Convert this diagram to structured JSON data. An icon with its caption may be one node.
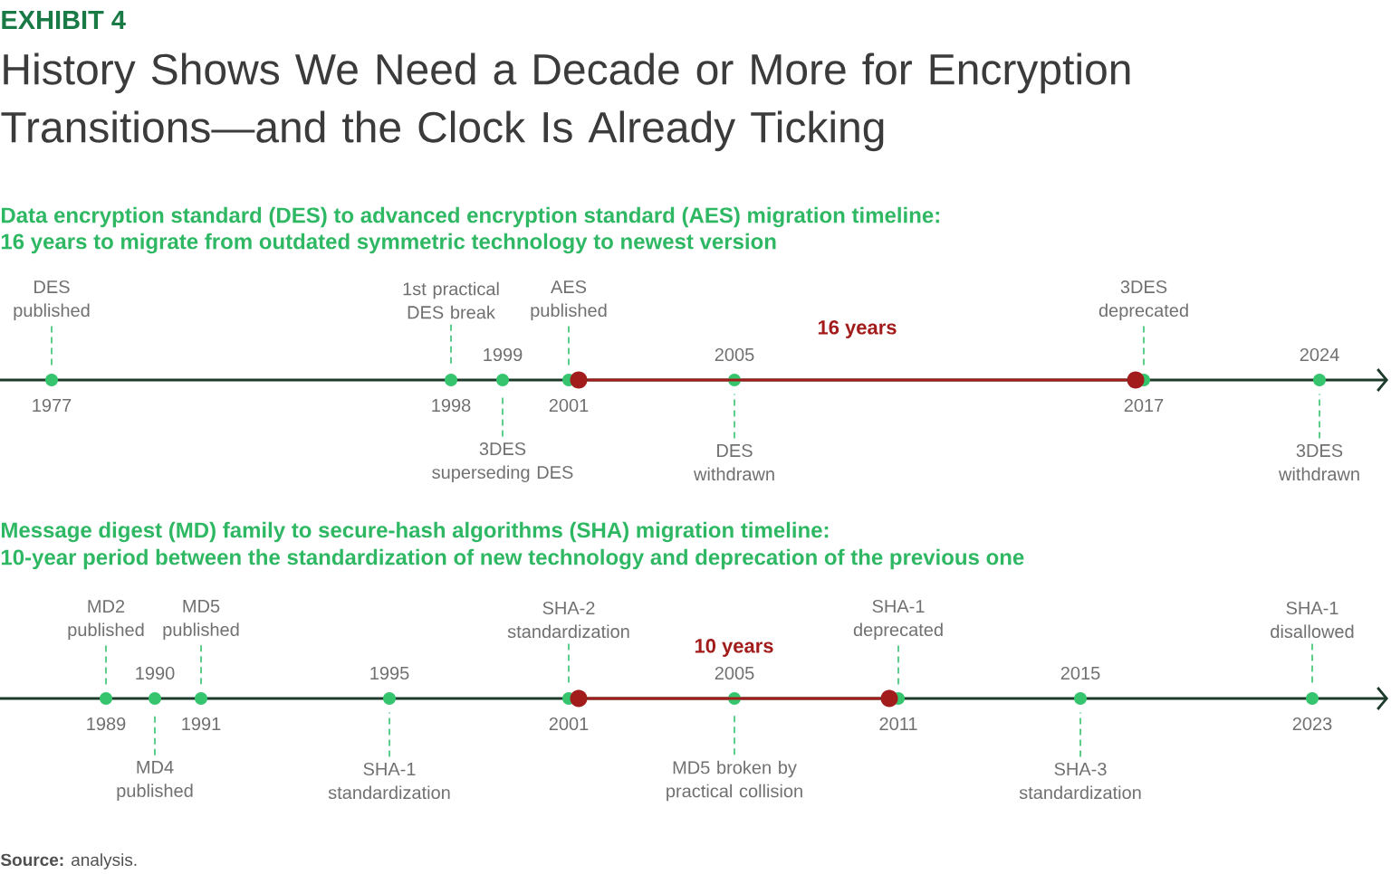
{
  "diagram": {
    "title": "History Shows We Need a Decade or More for Encryption Transitions—and the Clock Is Already Ticking",
    "nodes": [
      {
        "text": [
          "DES published"
        ]
      },
      {
        "text": [],
        "shape": "circle",
        "beside": [
          "1977"
        ]
      },
      {
        "text": [
          "1st practical DES break"
        ]
      },
      {
        "text": [],
        "shape": "circle",
        "beside": [
          "1998"
        ]
      },
      {
        "text": [
          "3DES superseding DES"
        ]
      },
      {
        "text": [],
        "shape": "circle",
        "beside": [
          "1999"
        ]
      },
      {
        "text": [
          "AES published"
        ]
      },
      {
        "text": [],
        "shape": "circle",
        "beside": [
          "2001"
        ]
      },
      {
        "text": [],
        "shape": "circle"
      },
      {
        "text": [
          "DES withdrawn"
        ]
      },
      {
        "text": [],
        "shape": "circle",
        "beside": [
          "2005"
        ]
      },
      {
        "text": [
          "3DES deprecated"
        ]
      },
      {
        "text": [],
        "shape": "circle"
      },
      {
        "text": [],
        "shape": "circle",
        "beside": [
          "2017"
        ]
      },
      {
        "text": [
          "3DES withdrawn"
        ]
      },
      {
        "text": [],
        "shape": "circle",
        "beside": [
          "2024"
        ]
      },
      {
        "text": [
          "MD2 published"
        ]
      },
      {
        "text": [],
        "shape": "circle",
        "beside": [
          "1989"
        ]
      },
      {
        "text": [
          "MD4 published"
        ]
      },
      {
        "text": [],
        "shape": "circle",
        "beside": [
          "1990"
        ]
      },
      {
        "text": [
          "MD5 published"
        ]
      },
      {
        "text": [],
        "shape": "circle",
        "beside": [
          "1991"
        ]
      },
      {
        "text": [
          "SHA-1 standardization"
        ]
      },
      {
        "text": [],
        "shape": "circle",
        "beside": [
          "1995"
        ]
      },
      {
        "text": [
          "SHA-2 standardization"
        ]
      },
      {
        "text": [],
        "shape": "circle",
        "beside": [
          "2001"
        ]
      },
      {
        "text": [],
        "shape": "circle"
      },
      {
        "text": [
          "MD5 broken by practical collision"
        ]
      },
      {
        "text": [],
        "shape": "circle",
        "beside": [
          "2005"
        ]
      },
      {
        "text": [
          "SHA-1 deprecated"
        ]
      },
      {
        "text": [],
        "shape": "circle"
      },
      {
        "text": [],
        "shape": "circle",
        "beside": [
          "2011"
        ]
      },
      {
        "text": [
          "SHA-3 standardization"
        ]
      },
      {
        "text": [],
        "shape": "circle",
        "beside": [
          "2015"
        ]
      },
      {
        "text": [
          "SHA-1 disallowed"
        ]
      },
      {
        "text": [],
        "shape": "circle",
        "beside": [
          "2023"
        ]
      }
    ],
    "edges": [
      {
        "from": 0,
        "to": 1,
        "arrow": "none",
        "style": "dashed"
      },
      {
        "from": 2,
        "to": 3,
        "arrow": "none",
        "style": "dashed"
      },
      {
        "from": 4,
        "to": 5,
        "arrow": "none",
        "style": "dashed"
      },
      {
        "from": 6,
        "to": 7,
        "arrow": "none",
        "style": "dashed"
      },
      {
        "from": 8,
        "to": 12,
        "arrow": "none",
        "label": "16 years",
        "color": "#a31c1c"
      },
      {
        "from": 9,
        "to": 10,
        "arrow": "none",
        "style": "dashed"
      },
      {
        "from": 11,
        "to": 13,
        "arrow": "none",
        "style": "dashed"
      },
      {
        "from": 14,
        "to": 15,
        "arrow": "none",
        "style": "dashed"
      },
      {
        "from": 16,
        "to": 17,
        "arrow": "none",
        "style": "dashed"
      },
      {
        "from": 18,
        "to": 19,
        "arrow": "none",
        "style": "dashed"
      },
      {
        "from": 20,
        "to": 21,
        "arrow": "none",
        "style": "dashed"
      },
      {
        "from": 22,
        "to": 23,
        "arrow": "none",
        "style": "dashed"
      },
      {
        "from": 24,
        "to": 25,
        "arrow": "none",
        "style": "dashed"
      },
      {
        "from": 26,
        "to": 30,
        "arrow": "none",
        "label": "10 years",
        "color": "#a31c1c"
      },
      {
        "from": 27,
        "to": 28,
        "arrow": "none",
        "style": "dashed"
      },
      {
        "from": 29,
        "to": 31,
        "arrow": "none",
        "style": "dashed"
      },
      {
        "from": 32,
        "to": 33,
        "arrow": "none",
        "style": "dashed"
      },
      {
        "from": 34,
        "to": 35,
        "arrow": "none",
        "style": "dashed"
      }
    ],
    "labels": [
      "EXHIBIT 4",
      "Data encryption standard (DES) to advanced encryption standard (AES) migration timeline:",
      "16 years to migrate from outdated symmetric technology to newest version",
      "Message digest (MD) family to secure-hash algorithms (SHA) migration timeline:",
      "10-year period between the standardization of new technology and deprecation of the previous one",
      "**Source:** analysis."
    ]
  }
}
